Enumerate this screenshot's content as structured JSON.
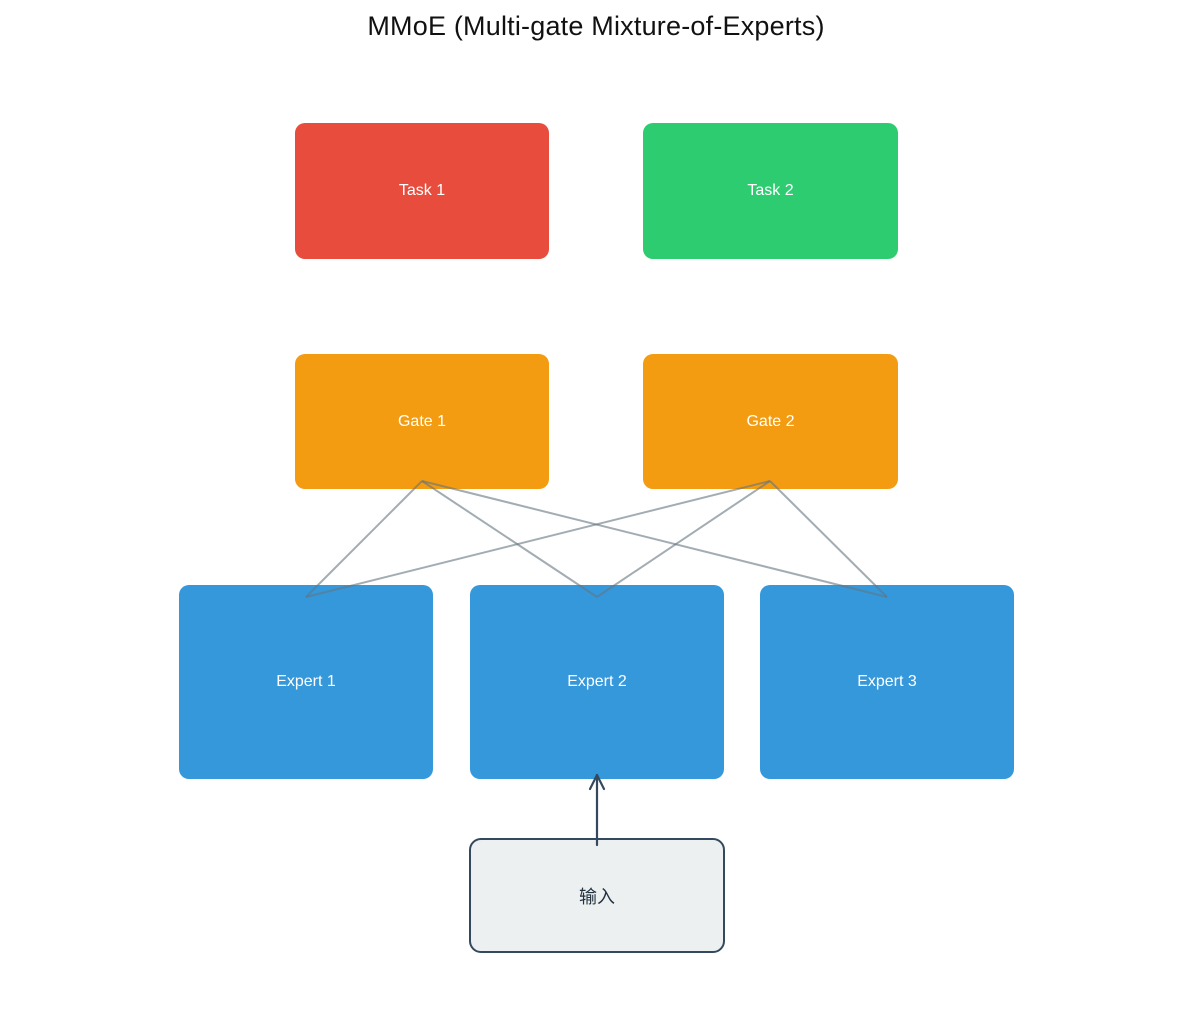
{
  "title": {
    "text": "MMoE (Multi-gate Mixture-of-Experts)",
    "color": "#111111"
  },
  "nodes": {
    "task1": {
      "label": "Task 1",
      "color": "#e74c3c",
      "text_color": "#ffffff"
    },
    "task2": {
      "label": "Task 2",
      "color": "#2ecc71",
      "text_color": "#ffffff"
    },
    "gate1": {
      "label": "Gate 1",
      "color": "#f39c12",
      "text_color": "#ffffff"
    },
    "gate2": {
      "label": "Gate 2",
      "color": "#f39c12",
      "text_color": "#ffffff"
    },
    "expert1": {
      "label": "Expert 1",
      "color": "#3498db",
      "text_color": "#ffffff"
    },
    "expert2": {
      "label": "Expert 2",
      "color": "#3498db",
      "text_color": "#ffffff"
    },
    "expert3": {
      "label": "Expert 3",
      "color": "#3498db",
      "text_color": "#ffffff"
    },
    "input": {
      "label": "输入",
      "bg": "#ecf0f1",
      "border": "#34495e",
      "text_color": "#233240"
    }
  },
  "edges": {
    "color": "rgba(100,116,128,0.6)",
    "arrow_color": "#34495e",
    "gate_to_expert": [
      {
        "from": "gate1",
        "to": "expert1"
      },
      {
        "from": "gate1",
        "to": "expert2"
      },
      {
        "from": "gate1",
        "to": "expert3"
      },
      {
        "from": "gate2",
        "to": "expert1"
      },
      {
        "from": "gate2",
        "to": "expert2"
      },
      {
        "from": "gate2",
        "to": "expert3"
      }
    ],
    "input_arrow": {
      "from": "input",
      "to": "expert2"
    }
  }
}
